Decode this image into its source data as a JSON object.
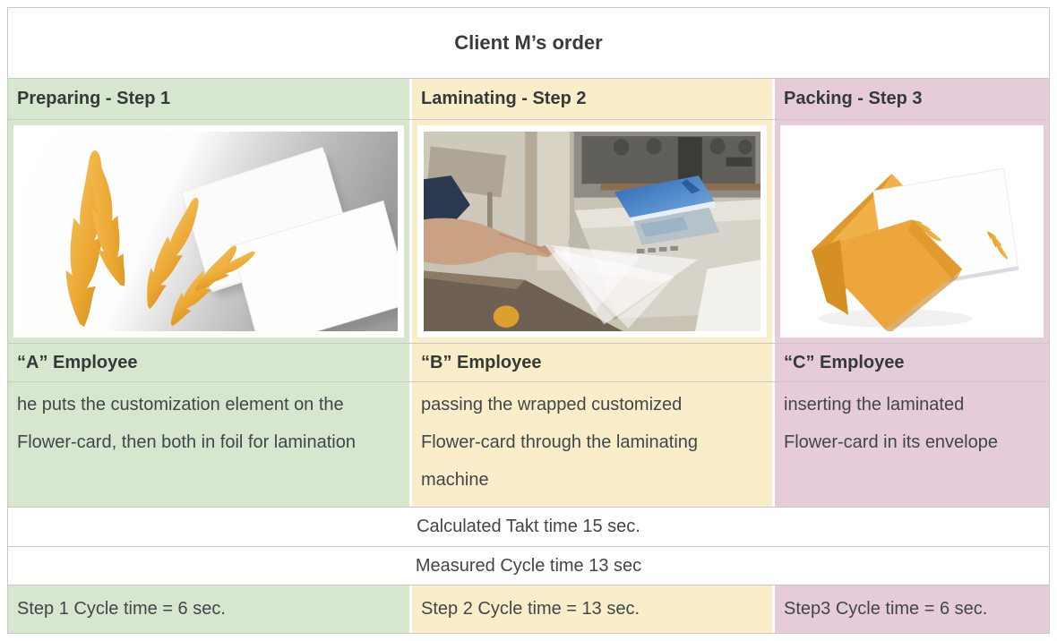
{
  "title": "Client M’s order",
  "columns": [
    {
      "step_header": "Preparing - Step 1",
      "employee": "“A” Employee",
      "description": "he puts the customization element on the Flower-card, then both in foil for lamination",
      "step_cycle": "Step 1 Cycle time = 6 sec.",
      "image": "golden feathers and blank white flower-cards photo"
    },
    {
      "step_header": "Laminating - Step 2",
      "employee": "“B” Employee",
      "description": "passing the wrapped customized Flower-card through the laminating machine",
      "step_cycle": "Step 2 Cycle time = 13 sec.",
      "image": "hand feeding wrapped card into laminating machine photo"
    },
    {
      "step_header": "Packing - Step 3",
      "employee": "“C” Employee",
      "description": "inserting the laminated Flower-card in its envelope",
      "step_cycle": "Step3 Cycle time = 6 sec.",
      "image": "golden envelope with white card photo"
    }
  ],
  "summary": {
    "takt_time": "Calculated Takt time 15 sec.",
    "measured_cycle_time": "Measured Cycle time 13 sec"
  },
  "colors": {
    "step1": "#d6e6cf",
    "step2": "#faeeca",
    "step3": "#e6ccd8",
    "border": "#c9c9c9",
    "title_text": "#3a3a3a",
    "body_text": "#40464a"
  }
}
